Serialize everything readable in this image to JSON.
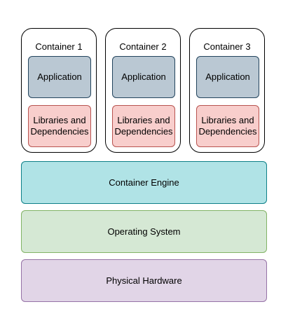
{
  "containers": [
    {
      "title": "Container 1",
      "application": "Application",
      "libraries": "Libraries and Dependencies"
    },
    {
      "title": "Container 2",
      "application": "Application",
      "libraries": "Libraries and Dependencies"
    },
    {
      "title": "Container 3",
      "application": "Application",
      "libraries": "Libraries and Dependencies"
    }
  ],
  "layers": {
    "engine": "Container Engine",
    "os": "Operating System",
    "hardware": "Physical Hardware"
  },
  "colors": {
    "application_fill": "#bac8d3",
    "application_border": "#23445d",
    "libraries_fill": "#f8cecc",
    "libraries_border": "#b85450",
    "engine_fill": "#b0e3e6",
    "engine_border": "#0e8088",
    "os_fill": "#d5e8d4",
    "os_border": "#82b366",
    "hardware_fill": "#e1d5e7",
    "hardware_border": "#9673a6"
  }
}
